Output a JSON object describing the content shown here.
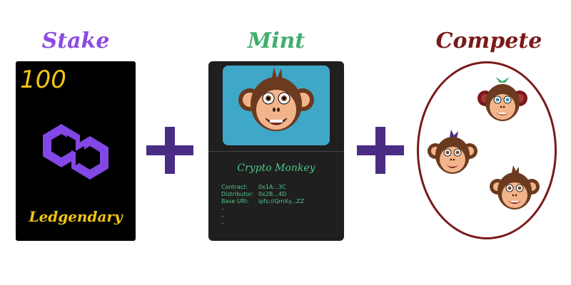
{
  "headings": {
    "stake": "Stake",
    "mint": "Mint",
    "compete": "Compete"
  },
  "stake_card": {
    "amount": "100",
    "brand": "Ledgendary",
    "logo": "polygon-logo-icon"
  },
  "mint_card": {
    "name": "Crypto Monkey",
    "metadata": [
      {
        "label": "Contract:",
        "value": "0x1A...3C"
      },
      {
        "label": "Distributor:",
        "value": "0x2B...4D"
      },
      {
        "label": "Base URI:",
        "value": "ipfs://QmXy...ZZ"
      }
    ],
    "dashes": [
      "–",
      "–",
      "–"
    ]
  },
  "colors": {
    "stake": "#8b4ce0",
    "mint": "#3fae6f",
    "compete": "#7a1a1a",
    "plus": "#4b2c85",
    "gold": "#f2c413",
    "sky": "#3fa7c8"
  }
}
